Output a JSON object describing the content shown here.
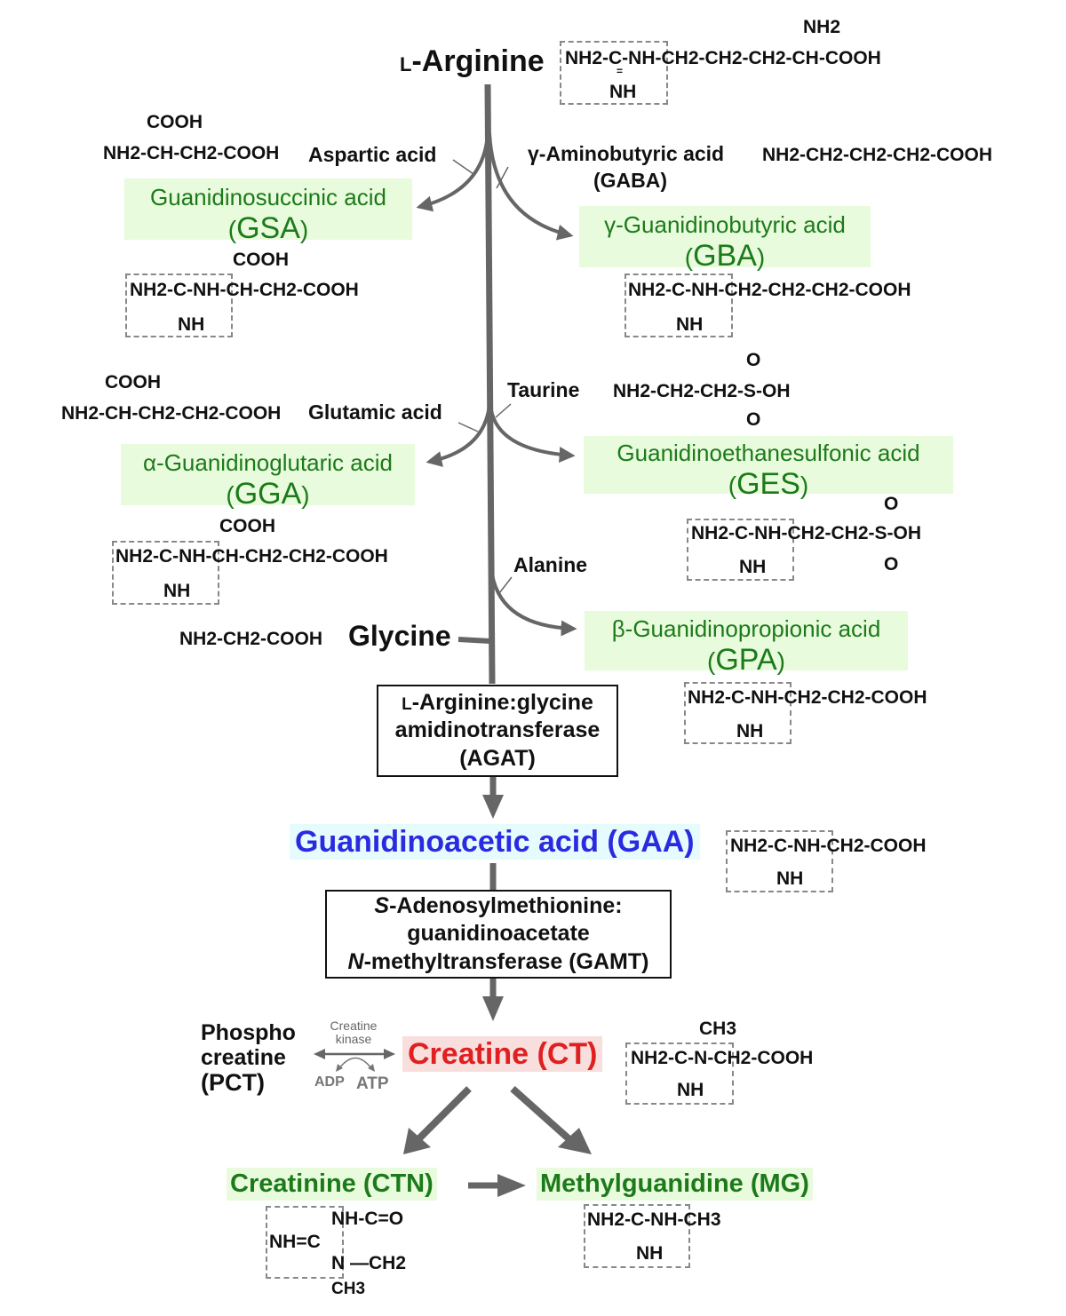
{
  "pathway": {
    "start": {
      "prefix": "L",
      "name": "-Arginine"
    },
    "arginine_structure": {
      "guanidino_top": "NH2-C-NH",
      "guanidino_bottom": "NH",
      "chain": "-CH2-CH2-CH2-CH-COOH",
      "amino": "NH2"
    },
    "reactants": [
      {
        "name": "Aspartic acid",
        "structure_top": "COOH",
        "structure_main": "NH2-CH-CH2-COOH"
      },
      {
        "name_line1": "γ-Aminobutyric acid",
        "name_line2": "(GABA)",
        "structure_main": "NH2-CH2-CH2-CH2-COOH"
      },
      {
        "name": "Glutamic acid",
        "structure_top": "COOH",
        "structure_main": "NH2-CH-CH2-CH2-COOH"
      },
      {
        "name": "Taurine",
        "structure_main": "NH2-CH2-CH2-S-OH",
        "o_top": "O",
        "o_bottom": "O"
      },
      {
        "name": "Alanine"
      },
      {
        "name": "Glycine",
        "structure_main": "NH2-CH2-COOH"
      }
    ],
    "products": [
      {
        "name": "Guanidinosuccinic acid",
        "abbr": "GSA",
        "structure_top": "COOH",
        "guanidino": "NH2-C-NH",
        "chain": "-CH-CH2-COOH",
        "imine": "NH"
      },
      {
        "name": "γ-Guanidinobutyric acid",
        "abbr": "GBA",
        "guanidino": "NH2-C-NH",
        "chain": "-CH2-CH2-CH2-COOH",
        "imine": "NH"
      },
      {
        "name": "α-Guanidinoglutaric acid",
        "abbr": "GGA",
        "structure_top": "COOH",
        "guanidino": "NH2-C-NH",
        "chain": "-CH-CH2-CH2-COOH",
        "imine": "NH"
      },
      {
        "name": "Guanidinoethanesulfonic acid",
        "abbr": "GES",
        "guanidino": "NH2-C-NH",
        "chain": "-CH2-CH2-S-OH",
        "imine": "NH",
        "o_top": "O",
        "o_bottom": "O"
      },
      {
        "name": "β-Guanidinopropionic acid",
        "abbr": "GPA",
        "guanidino": "NH2-C-NH",
        "chain": "-CH2-CH2-COOH",
        "imine": "NH"
      }
    ],
    "enzyme1": {
      "line1_prefix": "L",
      "line1": "-Arginine:glycine",
      "line2": "amidinotransferase",
      "line3": "(AGAT)"
    },
    "gaa": {
      "label": "Guanidinoacetic acid (GAA)",
      "guanidino": "NH2-C-NH",
      "chain": "-CH2-COOH",
      "imine": "NH"
    },
    "enzyme2": {
      "line1_italic": "S",
      "line1": "-Adenosylmethionine:",
      "line2": "guanidinoacetate",
      "line3_italic": "N",
      "line3": "-methyltransferase (GAMT)"
    },
    "creatine": {
      "label": "Creatine (CT)",
      "methyl": "CH3",
      "guanidino": "NH2-C-N",
      "chain": "-CH2-COOH",
      "imine": "NH"
    },
    "phosphocreatine": {
      "line1": "Phospho",
      "line2": "creatine",
      "line3": "(PCT)"
    },
    "kinase": {
      "line1": "Creatine",
      "line2": "kinase",
      "adp": "ADP",
      "atp": "ATP"
    },
    "creatinine": {
      "label": "Creatinine (CTN)",
      "nh_co": "NH-C=O",
      "imine_left": "NH=C",
      "n_ch2": "N —CH2",
      "methyl": "CH3"
    },
    "methylguanidine": {
      "label": "Methylguanidine (MG)",
      "guanidino": "NH2-C-NH",
      "chain": "-CH3",
      "imine": "NH"
    },
    "colors": {
      "arrow": "#666666",
      "product_green": "#1c7a1a",
      "product_bg": "#e8fbdc",
      "gaa_blue": "#2a2be0",
      "gaa_bg": "#e6fbfd",
      "ct_red": "#e02020",
      "ct_bg": "#f9dede"
    }
  }
}
